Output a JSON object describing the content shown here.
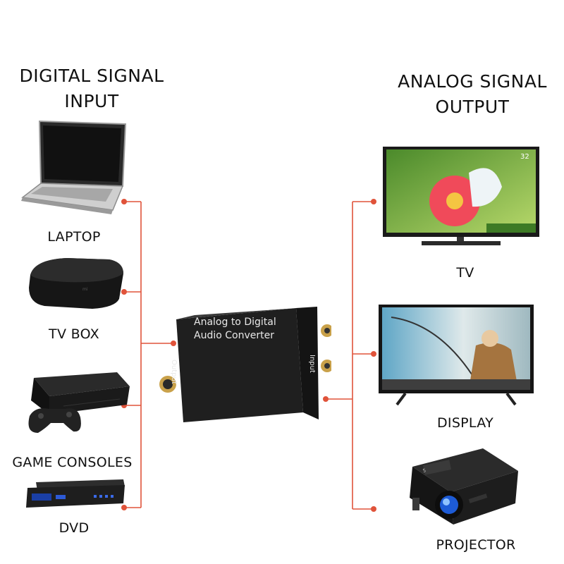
{
  "headings": {
    "input": [
      "DIGITAL SIGNAL",
      "INPUT"
    ],
    "output": [
      "ANALOG SIGNAL",
      "OUTPUT"
    ]
  },
  "inputs": [
    {
      "label": "LAPTOP",
      "icon": "laptop-icon"
    },
    {
      "label": "TV BOX",
      "icon": "tv-box-icon"
    },
    {
      "label": "GAME CONSOLES",
      "icon": "game-console-icon"
    },
    {
      "label": "DVD",
      "icon": "dvd-player-icon"
    }
  ],
  "outputs": [
    {
      "label": "TV",
      "icon": "tv-icon",
      "badge": "32"
    },
    {
      "label": "DISPLAY",
      "icon": "display-icon"
    },
    {
      "label": "PROJECTOR",
      "icon": "projector-icon"
    }
  ],
  "converter": {
    "title_line1": "Analog to Digital",
    "title_line2": "Audio Converter",
    "port_output": "Output",
    "port_input": "Input"
  },
  "colors": {
    "wire": "#e0533a",
    "device": "#1c1c1c",
    "text": "#111111"
  }
}
